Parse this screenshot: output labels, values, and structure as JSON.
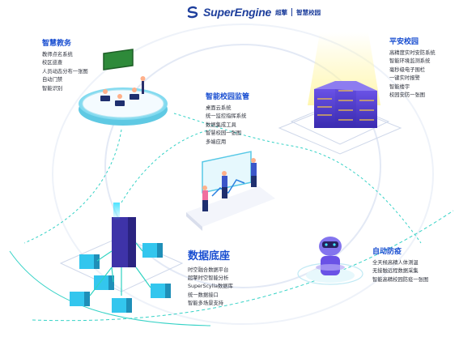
{
  "header": {
    "logo_text": "SuperEngine",
    "brand_cn": "超擎",
    "tagline": "智慧校园"
  },
  "sections": {
    "edu": {
      "title": "智慧教务",
      "items": [
        "教师点名系统",
        "校区巡查",
        "人员动态分布一张图",
        "自动门禁",
        "智能识别"
      ]
    },
    "safe": {
      "title": "平安校园",
      "items": [
        "高精度实时安防系统",
        "智能环境监测系统",
        "毫秒级电子围栏",
        "一键实时报警",
        "智能楼宇",
        "校园安防一张图"
      ]
    },
    "monitor": {
      "title": "智能校园监管",
      "items": [
        "桌面云系统",
        "统一监控指挥系统",
        "数据集成工具",
        "智慧校园一张图",
        "多端应用"
      ]
    },
    "data": {
      "title": "数据底座",
      "items": [
        "时空融合数据平台",
        "超擎时空智能分析",
        "SuperScylla数据库",
        "统一数据接口",
        "智能多场景支持"
      ]
    },
    "epi": {
      "title": "自动防疫",
      "items": [
        "全天候高精人体测温",
        "无接触远程数据采集",
        "智能高精校园防疫一张图"
      ]
    }
  },
  "colors": {
    "brand": "#1d3e9c",
    "title": "#1a4fd1",
    "text": "#2b2f3a",
    "teal": "#2fd3c1",
    "purple": "#5b3fd6",
    "arc": "#dfe6f3"
  }
}
